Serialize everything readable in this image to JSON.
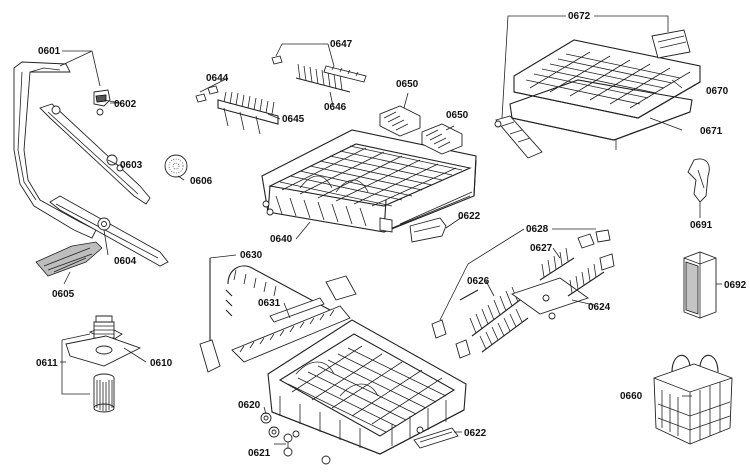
{
  "parts": [
    {
      "id": "p0601",
      "label": "0601"
    },
    {
      "id": "p0602",
      "label": "0602"
    },
    {
      "id": "p0603",
      "label": "0603"
    },
    {
      "id": "p0604",
      "label": "0604"
    },
    {
      "id": "p0605",
      "label": "0605"
    },
    {
      "id": "p0606",
      "label": "0606"
    },
    {
      "id": "p0610",
      "label": "0610"
    },
    {
      "id": "p0611",
      "label": "0611"
    },
    {
      "id": "p0620",
      "label": "0620"
    },
    {
      "id": "p0621",
      "label": "0621"
    },
    {
      "id": "p0622a",
      "label": "0622"
    },
    {
      "id": "p0622b",
      "label": "0622"
    },
    {
      "id": "p0624",
      "label": "0624"
    },
    {
      "id": "p0626",
      "label": "0626"
    },
    {
      "id": "p0627",
      "label": "0627"
    },
    {
      "id": "p0628",
      "label": "0628"
    },
    {
      "id": "p0630",
      "label": "0630"
    },
    {
      "id": "p0631",
      "label": "0631"
    },
    {
      "id": "p0640",
      "label": "0640"
    },
    {
      "id": "p0644",
      "label": "0644"
    },
    {
      "id": "p0645",
      "label": "0645"
    },
    {
      "id": "p0646",
      "label": "0646"
    },
    {
      "id": "p0647",
      "label": "0647"
    },
    {
      "id": "p0650a",
      "label": "0650"
    },
    {
      "id": "p0650b",
      "label": "0650"
    },
    {
      "id": "p0660",
      "label": "0660"
    },
    {
      "id": "p0670",
      "label": "0670"
    },
    {
      "id": "p0671",
      "label": "0671"
    },
    {
      "id": "p0672",
      "label": "0672"
    },
    {
      "id": "p0691",
      "label": "0691"
    },
    {
      "id": "p0692",
      "label": "0692"
    }
  ]
}
